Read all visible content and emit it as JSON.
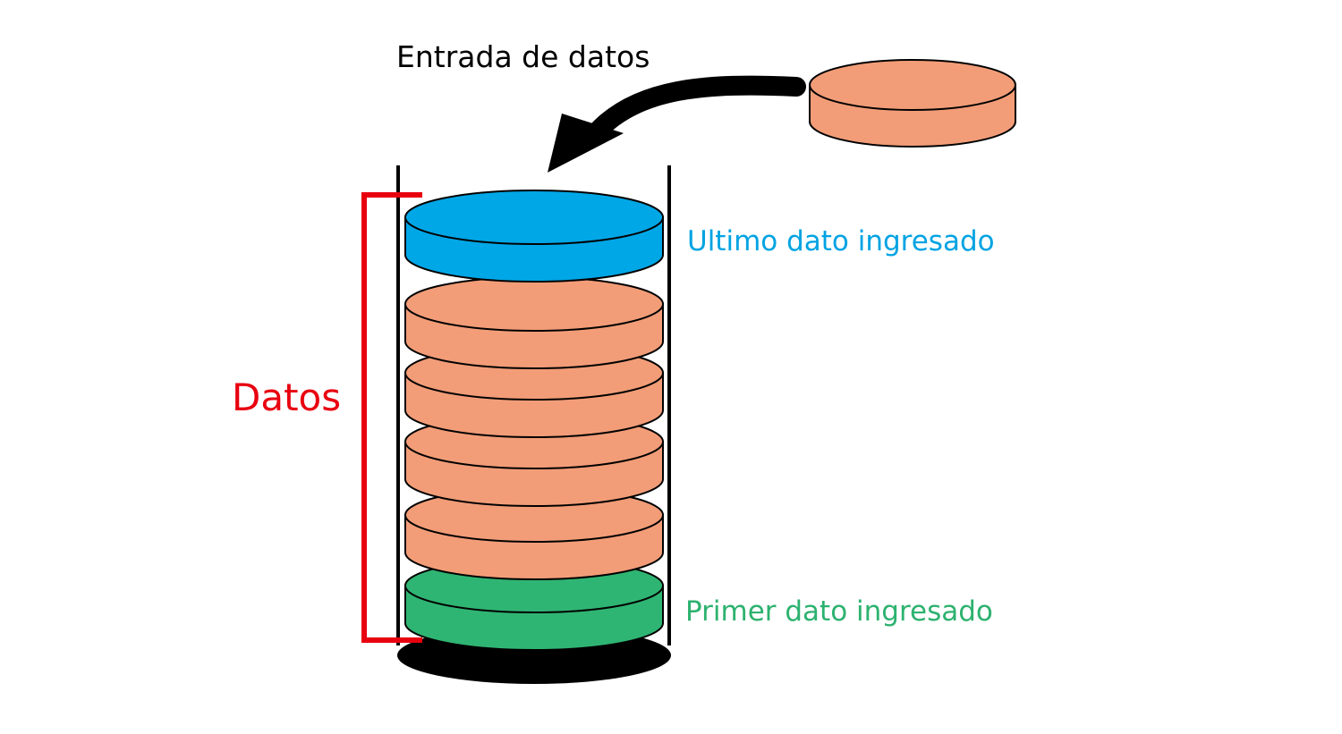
{
  "labels": {
    "entrada": "Entrada de datos",
    "ultimo": "Ultimo dato ingresado",
    "primer": "Primer dato ingresado",
    "datos": "Datos"
  },
  "colors": {
    "disc_default": "#f29d78",
    "disc_last": "#00a7e7",
    "disc_first": "#2fb573",
    "bracket": "#e8000f",
    "entrada_text": "#000000",
    "ultimo_text": "#00a3e2",
    "primer_text": "#2db26f",
    "outline": "#000000"
  },
  "stack": {
    "disc_count": 6,
    "last_entered": "top",
    "first_entered": "bottom"
  }
}
